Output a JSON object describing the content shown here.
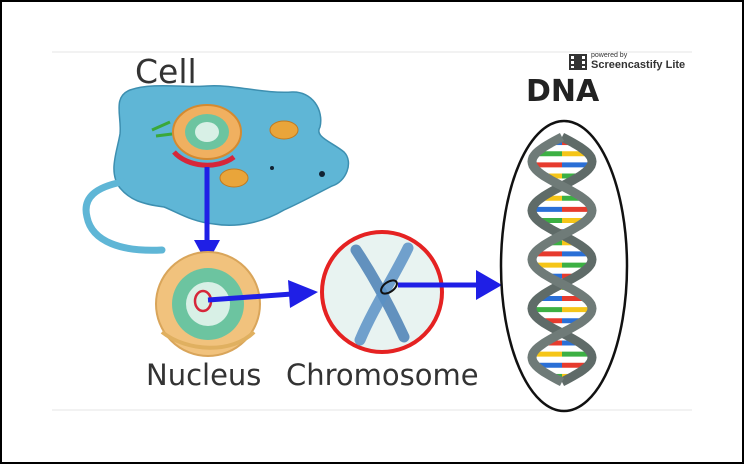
{
  "labels": {
    "cell": "Cell",
    "nucleus": "Nucleus",
    "chromosome": "Chromosome",
    "dna": "DNA"
  },
  "watermark": {
    "powered_by": "powered by",
    "brand": "Screencastify Lite"
  },
  "colors": {
    "arrow": "#1f1fe6",
    "chromosome_ring": "#e52222",
    "cell_body": "#5fb6d6",
    "dna_backbone": "#5f6b68",
    "dna_base_colors": [
      "#e63b2e",
      "#f5c518",
      "#2a6fd6",
      "#3cb043"
    ]
  }
}
